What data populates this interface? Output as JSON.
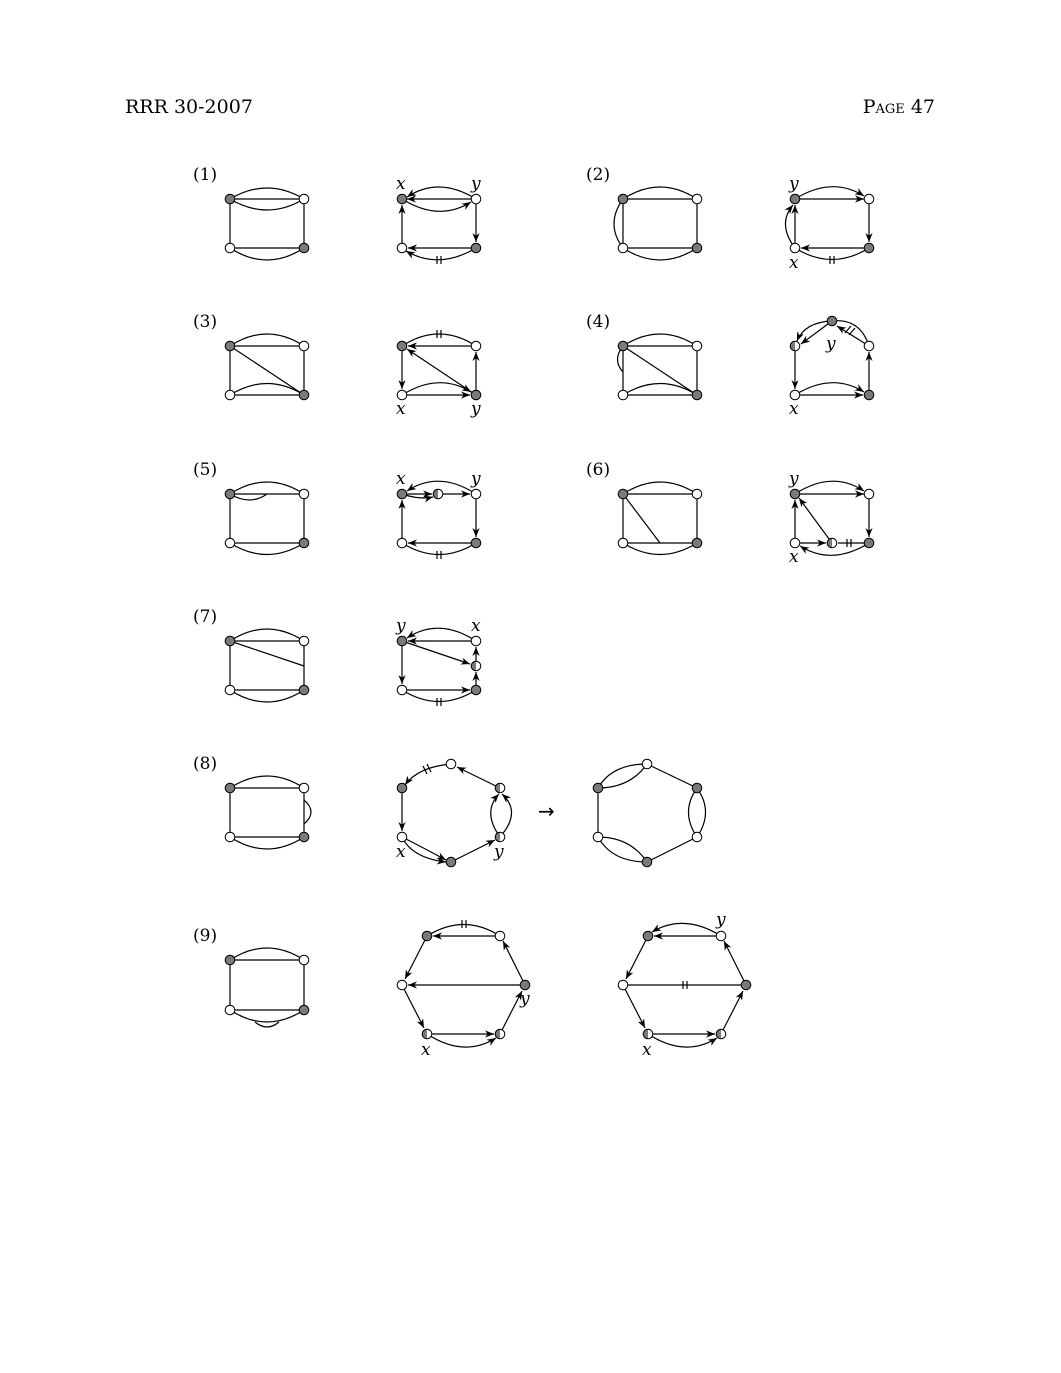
{
  "header": {
    "left": "RRR 30-2007",
    "right": "Page 47"
  },
  "labels": [
    "(1)",
    "(2)",
    "(3)",
    "(4)",
    "(5)",
    "(6)",
    "(7)",
    "(8)",
    "(9)"
  ],
  "vars": {
    "x": "x",
    "y": "y"
  },
  "arrow": "→"
}
